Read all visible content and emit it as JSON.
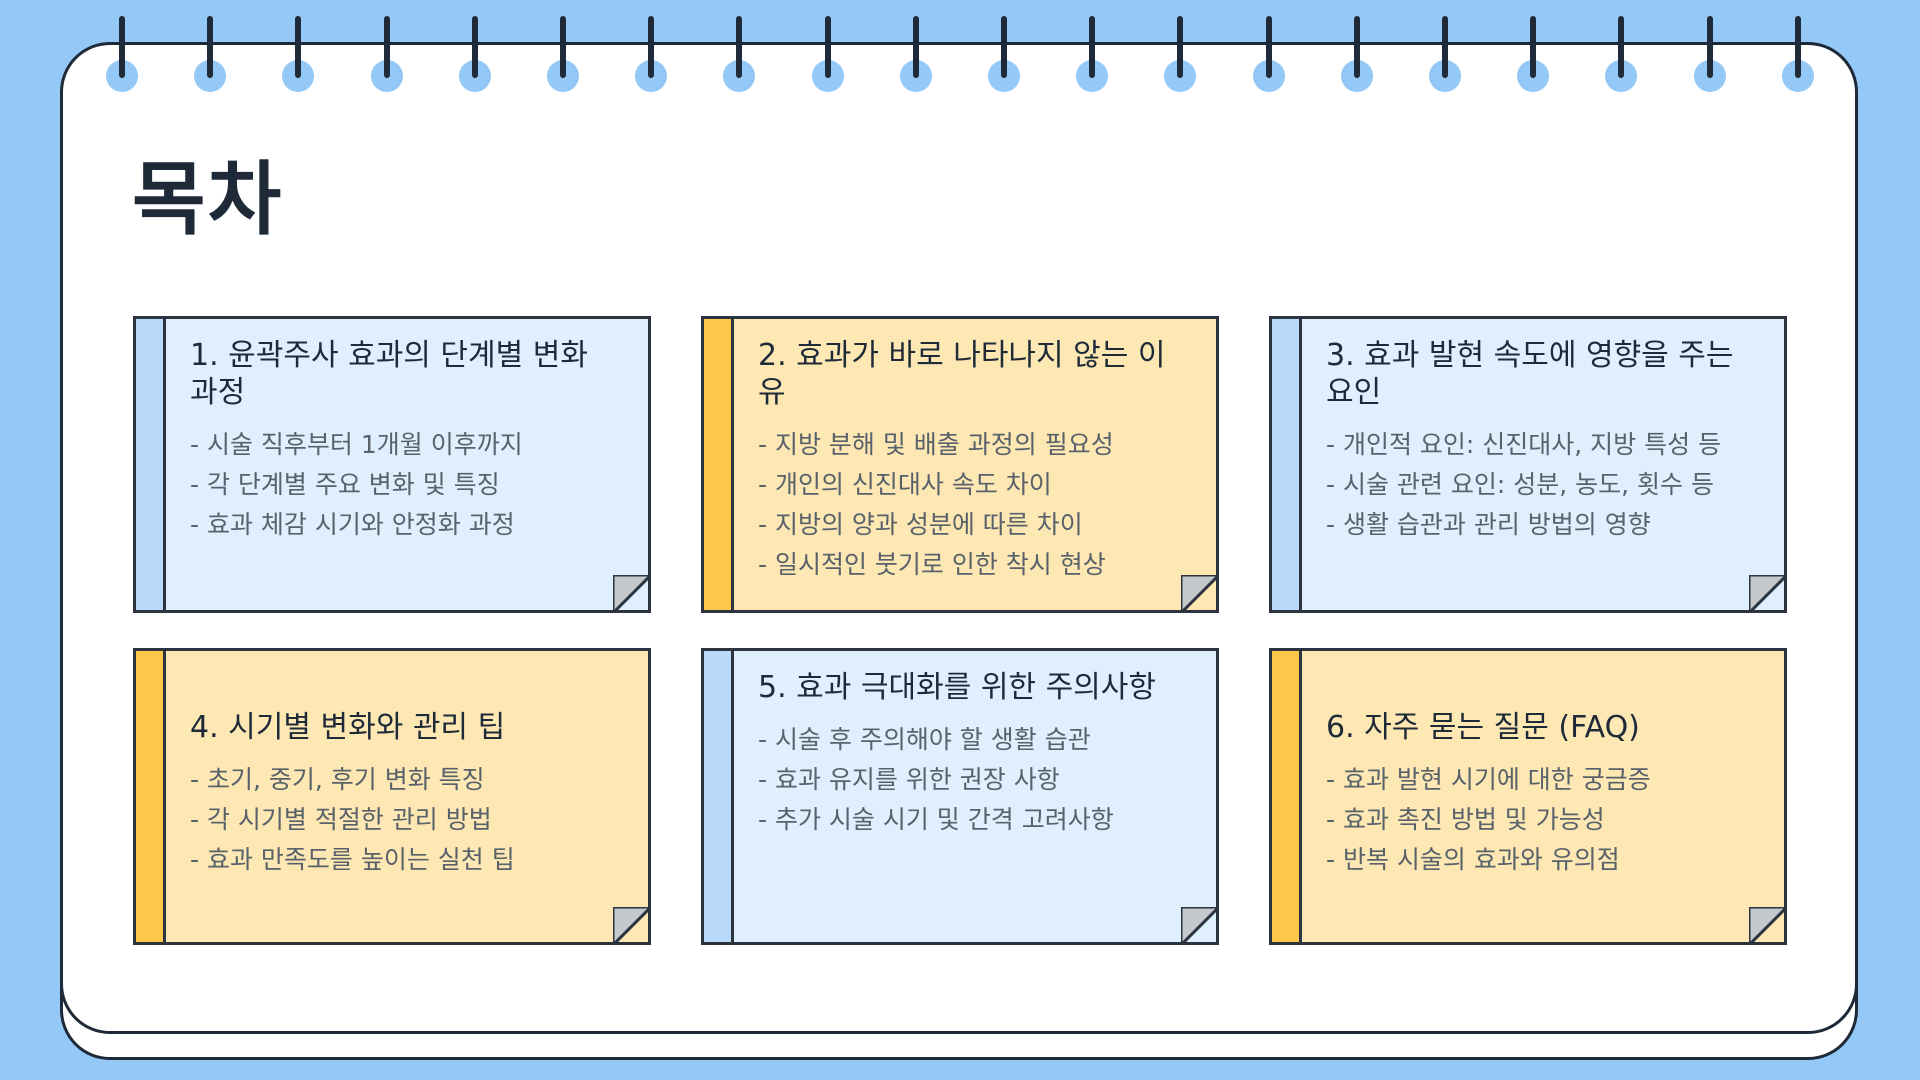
{
  "title": "목차",
  "cards": [
    {
      "heading": "1. 윤곽주사 효과의 단계별 변화 과정",
      "items": [
        "- 시술 직후부터 1개월 이후까지",
        "- 각 단계별 주요 변화 및 특징",
        "- 효과 체감 시기와 안정화 과정"
      ]
    },
    {
      "heading": "2. 효과가 바로 나타나지 않는 이유",
      "items": [
        "- 지방 분해 및 배출 과정의 필요성",
        "- 개인의 신진대사 속도 차이",
        "- 지방의 양과 성분에 따른 차이",
        "- 일시적인 붓기로 인한 착시 현상"
      ]
    },
    {
      "heading": "3. 효과 발현 속도에 영향을 주는 요인",
      "items": [
        "- 개인적 요인: 신진대사, 지방 특성 등",
        "- 시술 관련 요인: 성분, 농도, 횟수 등",
        "- 생활 습관과 관리 방법의 영향"
      ]
    },
    {
      "heading": "4. 시기별 변화와 관리 팁",
      "items": [
        "- 초기, 중기, 후기 변화 특징",
        "- 각 시기별 적절한 관리 방법",
        "- 효과 만족도를 높이는 실천 팁"
      ]
    },
    {
      "heading": "5. 효과 극대화를 위한 주의사항",
      "items": [
        "- 시술 후 주의해야 할 생활 습관",
        "- 효과 유지를 위한 권장 사항",
        "- 추가 시술 시기 및 간격 고려사항"
      ]
    },
    {
      "heading": "6. 자주 묻는 질문 (FAQ)",
      "items": [
        "- 효과 발현 시기에 대한 궁금증",
        "- 효과 촉진 방법 및 가능성",
        "- 반복 시술의 효과와 유의점"
      ]
    }
  ],
  "colors": {
    "background": "#93c8f7",
    "card_blue": "#e0effe",
    "card_yellow": "#fde7b3",
    "stripe_blue": "#b9dafb",
    "stripe_yellow": "#fcc74a",
    "ink": "#1e2a38"
  },
  "icons": {
    "binding": "spiral-ring-icon",
    "corner": "page-curl-icon"
  }
}
